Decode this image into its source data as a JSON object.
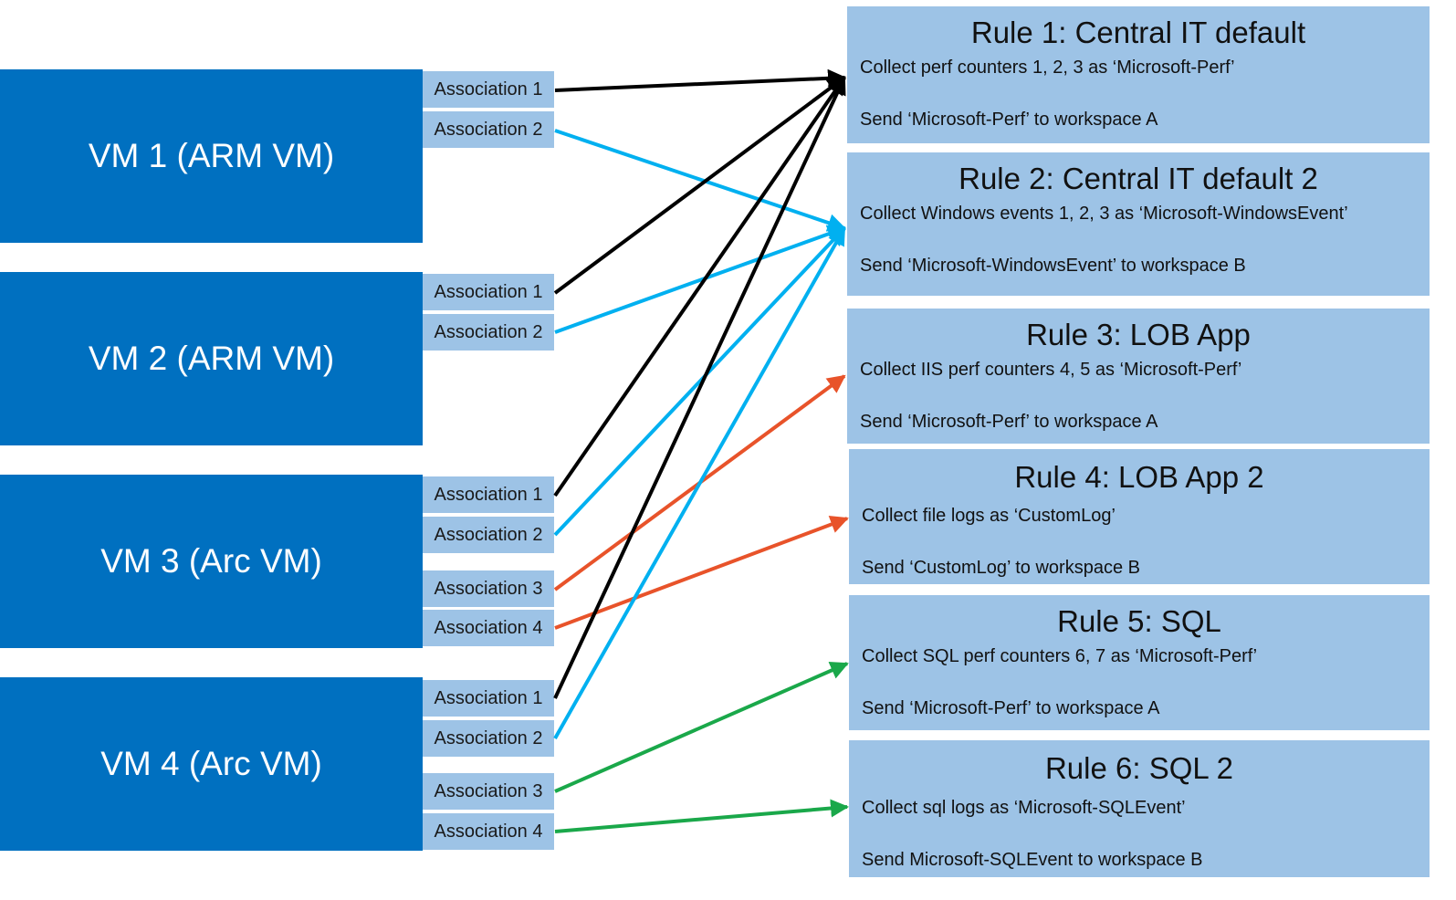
{
  "colors": {
    "vm_fill": "#0070c0",
    "box_fill": "#9dc3e6",
    "arrow_rule1": "#000000",
    "arrow_rule2": "#00b0f0",
    "arrow_lob": "#e8532a",
    "arrow_sql": "#1aa84a"
  },
  "vms": [
    {
      "label": "VM 1 (ARM VM)",
      "associations": [
        "Association 1",
        "Association 2"
      ]
    },
    {
      "label": "VM 2 (ARM VM)",
      "associations": [
        "Association 1",
        "Association 2"
      ]
    },
    {
      "label": "VM 3 (Arc VM)",
      "associations": [
        "Association 1",
        "Association 2",
        "Association 3",
        "Association 4"
      ]
    },
    {
      "label": "VM 4 (Arc VM)",
      "associations": [
        "Association 1",
        "Association 2",
        "Association 3",
        "Association 4"
      ]
    }
  ],
  "rules": [
    {
      "title": "Rule 1: Central IT default",
      "collect": "Collect perf counters 1, 2, 3 as ‘Microsoft-Perf’",
      "send": "Send ‘Microsoft-Perf’ to workspace A"
    },
    {
      "title": "Rule 2: Central IT default 2",
      "collect": "Collect Windows events 1, 2, 3 as ‘Microsoft-WindowsEvent’",
      "send": "Send ‘Microsoft-WindowsEvent’ to workspace B"
    },
    {
      "title": "Rule 3: LOB App",
      "collect": "Collect IIS perf counters 4, 5 as ‘Microsoft-Perf’",
      "send": "Send ‘Microsoft-Perf’ to workspace A"
    },
    {
      "title": "Rule 4: LOB App 2",
      "collect": "Collect file logs as ‘CustomLog’",
      "send": "Send ‘CustomLog’ to workspace B"
    },
    {
      "title": "Rule 5: SQL",
      "collect": "Collect SQL perf counters 6, 7 as ‘Microsoft-Perf’",
      "send": "Send ‘Microsoft-Perf’ to workspace A"
    },
    {
      "title": "Rule 6: SQL 2",
      "collect": "Collect sql logs as ‘Microsoft-SQLEvent’",
      "send": "Send Microsoft-SQLEvent to workspace B"
    }
  ],
  "links": [
    {
      "vm": 0,
      "assoc": 0,
      "rule": 0
    },
    {
      "vm": 0,
      "assoc": 1,
      "rule": 1
    },
    {
      "vm": 1,
      "assoc": 0,
      "rule": 0
    },
    {
      "vm": 1,
      "assoc": 1,
      "rule": 1
    },
    {
      "vm": 2,
      "assoc": 0,
      "rule": 0
    },
    {
      "vm": 2,
      "assoc": 1,
      "rule": 1
    },
    {
      "vm": 2,
      "assoc": 2,
      "rule": 2
    },
    {
      "vm": 2,
      "assoc": 3,
      "rule": 3
    },
    {
      "vm": 3,
      "assoc": 0,
      "rule": 0
    },
    {
      "vm": 3,
      "assoc": 1,
      "rule": 1
    },
    {
      "vm": 3,
      "assoc": 2,
      "rule": 4
    },
    {
      "vm": 3,
      "assoc": 3,
      "rule": 5
    }
  ]
}
